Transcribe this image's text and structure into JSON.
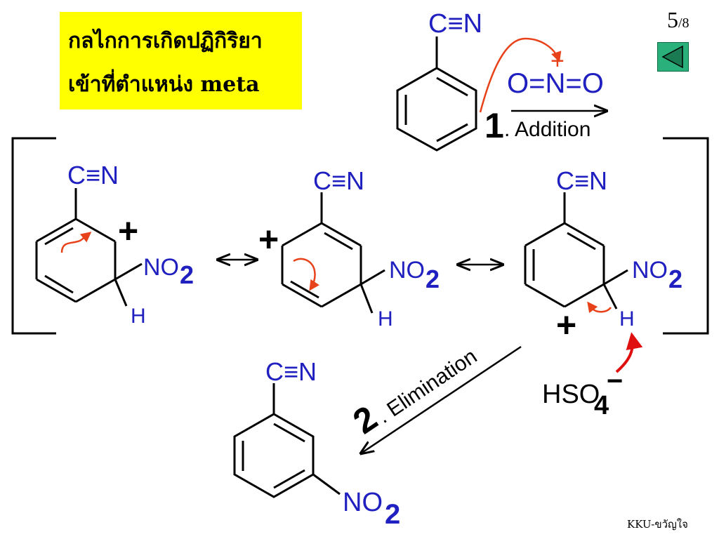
{
  "title": {
    "line1": "กลไกการเกิดปฏิกิริยา",
    "line2": "เข้าที่ตำแหน่ง meta"
  },
  "page": {
    "current": "5",
    "total": "/8"
  },
  "nav": {
    "icon": "triangle-left-icon"
  },
  "footer": "KKU-ขวัญใจ",
  "reagent": {
    "formula": "O=N=O",
    "charge": "+"
  },
  "substituent": "C≡N",
  "nitro": {
    "main": "NO",
    "sub": "2"
  },
  "hydrogen": "H",
  "plus": "+",
  "resonance_arrow": "↔",
  "step1": {
    "number": "1",
    "label": ". Addition"
  },
  "step2": {
    "number": "2",
    "label": ". Elimination"
  },
  "base": {
    "main": "HSO",
    "sub": "4",
    "charge": "−"
  },
  "colors": {
    "text_blue": "#2020c0",
    "arrow_red": "#e8421a",
    "title_bg": "#ffff00",
    "nav_green": "#2ab07a"
  }
}
